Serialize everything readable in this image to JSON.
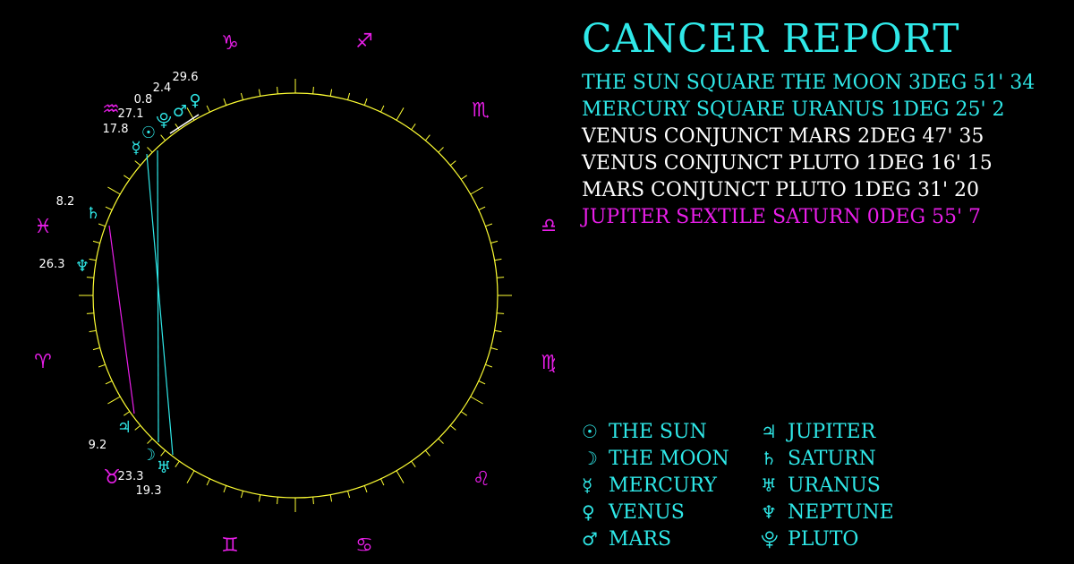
{
  "report": {
    "title": "CANCER REPORT"
  },
  "aspects": [
    {
      "text": "THE SUN SQUARE THE MOON 3DEG 51' 34",
      "color": "#2fe8e8"
    },
    {
      "text": "MERCURY SQUARE URANUS 1DEG 25' 2",
      "color": "#2fe8e8"
    },
    {
      "text": "VENUS CONJUNCT MARS 2DEG 47' 35",
      "color": "#ffffff"
    },
    {
      "text": "VENUS CONJUNCT PLUTO 1DEG 16' 15",
      "color": "#ffffff"
    },
    {
      "text": "MARS CONJUNCT PLUTO 1DEG 31' 20",
      "color": "#ffffff"
    },
    {
      "text": "JUPITER SEXTILE SATURN 0DEG 55' 7",
      "color": "#e81ee8"
    }
  ],
  "legend": [
    {
      "glyph": "☉",
      "label": "THE SUN",
      "icon": "sun-icon"
    },
    {
      "glyph": "☽",
      "label": "THE MOON",
      "icon": "moon-icon"
    },
    {
      "glyph": "☿",
      "label": "MERCURY",
      "icon": "mercury-icon"
    },
    {
      "glyph": "♀",
      "label": "VENUS",
      "icon": "venus-icon"
    },
    {
      "glyph": "♂",
      "label": "MARS",
      "icon": "mars-icon"
    },
    {
      "glyph": "♃",
      "label": "JUPITER",
      "icon": "jupiter-icon"
    },
    {
      "glyph": "♄",
      "label": "SATURN",
      "icon": "saturn-icon"
    },
    {
      "glyph": "♅",
      "label": "URANUS",
      "icon": "uranus-icon"
    },
    {
      "glyph": "♆",
      "label": "NEPTUNE",
      "icon": "neptune-icon"
    },
    {
      "glyph": "⯓",
      "label": "PLUTO",
      "icon": "pluto-icon"
    }
  ],
  "signs": [
    {
      "glyph": "♑",
      "name": "capricorn"
    },
    {
      "glyph": "♐",
      "name": "sagittarius"
    },
    {
      "glyph": "♏",
      "name": "scorpio"
    },
    {
      "glyph": "♎",
      "name": "libra"
    },
    {
      "glyph": "♍",
      "name": "virgo"
    },
    {
      "glyph": "♌",
      "name": "leo"
    },
    {
      "glyph": "♋",
      "name": "cancer"
    },
    {
      "glyph": "♊",
      "name": "gemini"
    },
    {
      "glyph": "♉",
      "name": "taurus"
    },
    {
      "glyph": "♈",
      "name": "aries"
    },
    {
      "glyph": "♓",
      "name": "pisces"
    },
    {
      "glyph": "♒",
      "name": "aquarius"
    }
  ],
  "planets": [
    {
      "name": "venus",
      "glyph": "♀",
      "degree": "29.6"
    },
    {
      "name": "mars",
      "glyph": "♂",
      "degree": "2.4"
    },
    {
      "name": "pluto",
      "glyph": "⯓",
      "degree": "0.8"
    },
    {
      "name": "sun",
      "glyph": "☉",
      "degree": "27.1"
    },
    {
      "name": "mercury",
      "glyph": "☿",
      "degree": "17.8"
    },
    {
      "name": "saturn",
      "glyph": "♄",
      "degree": "8.2"
    },
    {
      "name": "neptune",
      "glyph": "♆",
      "degree": "26.3"
    },
    {
      "name": "jupiter",
      "glyph": "♃",
      "degree": "9.2"
    },
    {
      "name": "moon",
      "glyph": "☽",
      "degree": "23.3"
    },
    {
      "name": "uranus",
      "glyph": "♅",
      "degree": "19.3"
    }
  ],
  "colors": {
    "background": "#000000",
    "cyan": "#2fe8e8",
    "magenta": "#e81ee8",
    "wheel": "#ffff33",
    "white": "#ffffff"
  }
}
